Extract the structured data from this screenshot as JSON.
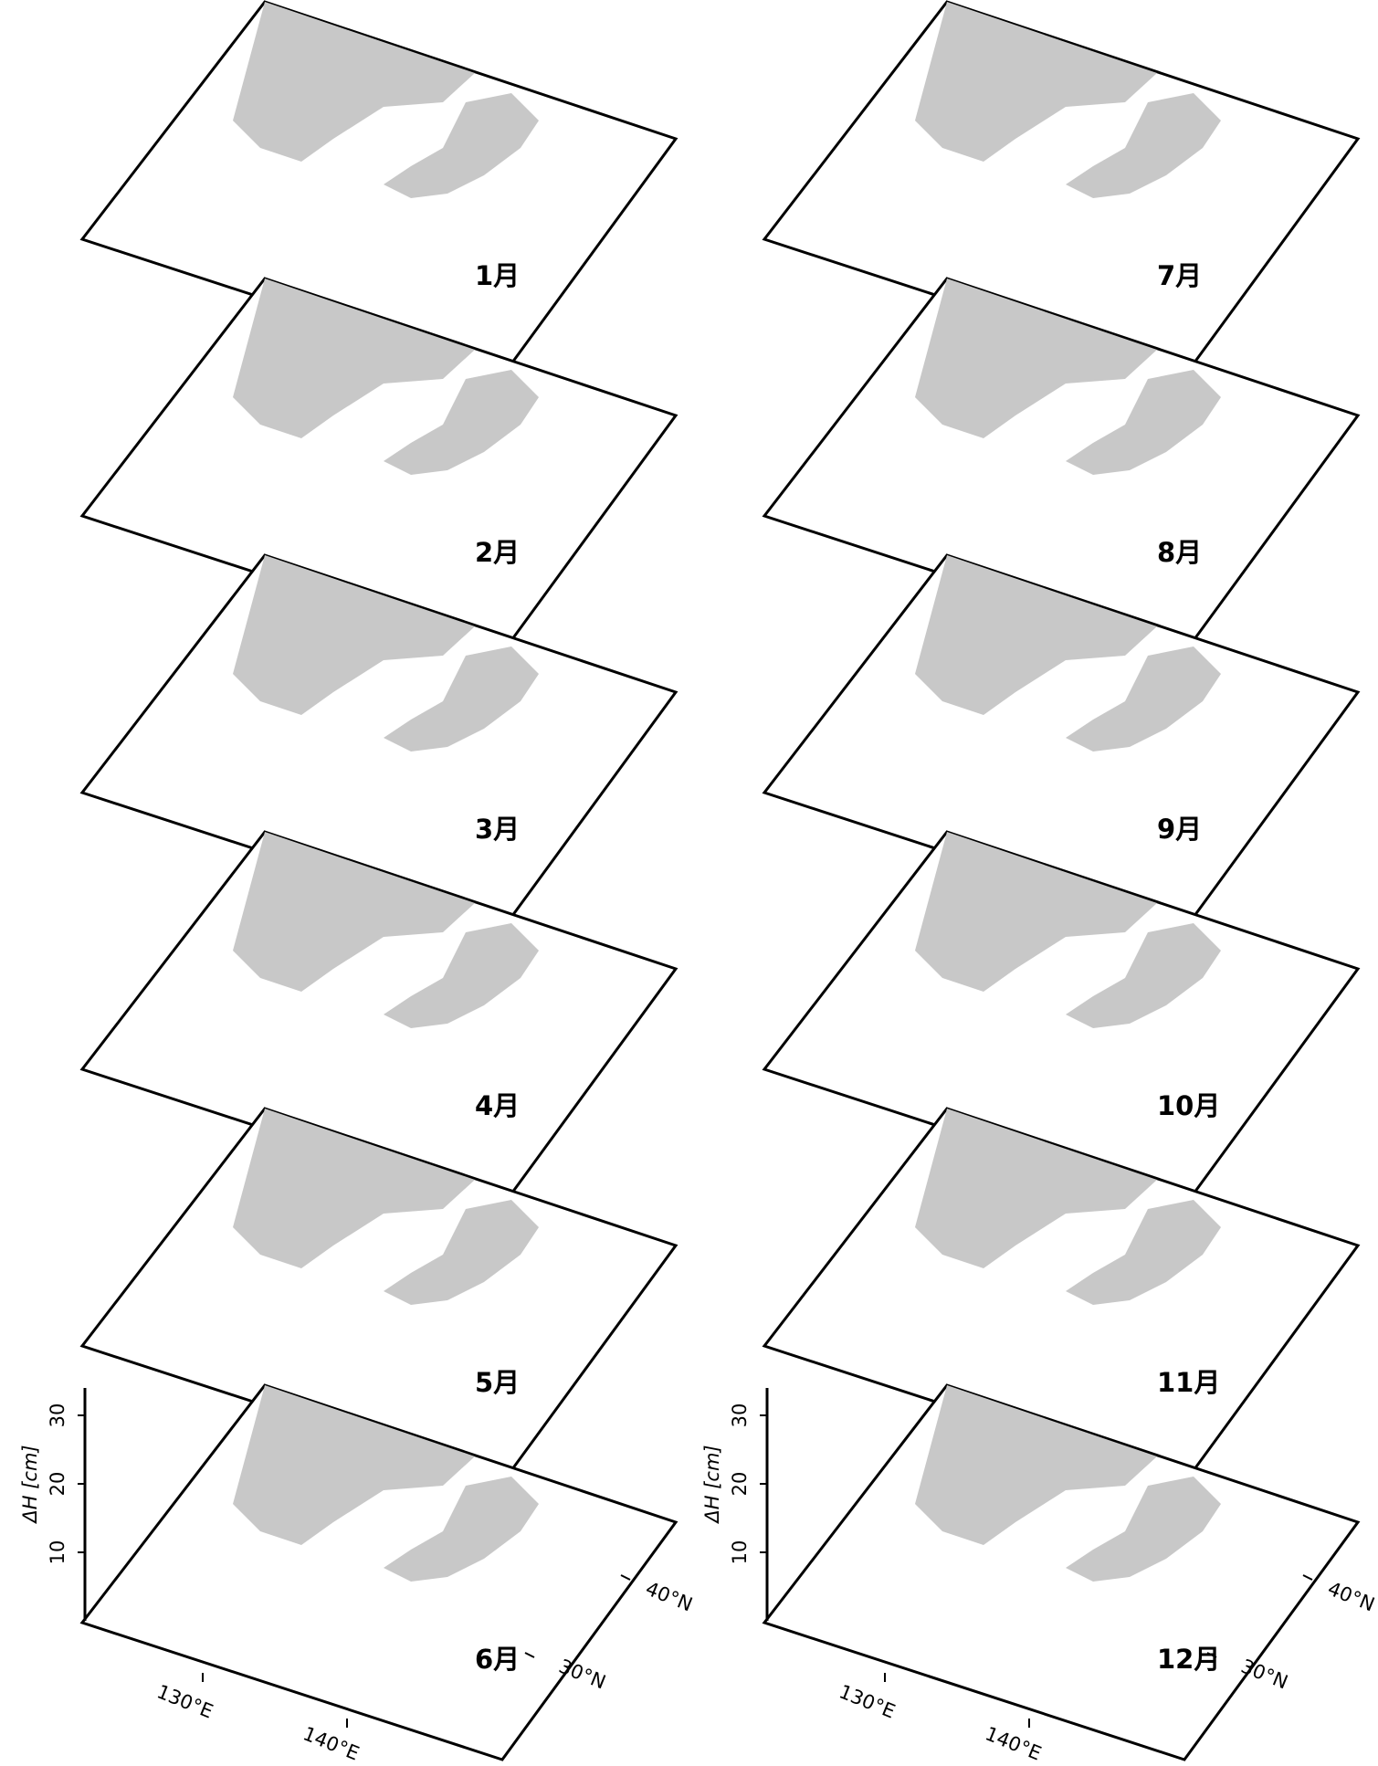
{
  "colors": {
    "land": "#c8c8c8",
    "positive_bar": "#ffffff",
    "negative_bar": "#8a8a8a",
    "frame": "#000000"
  },
  "chart_data": {
    "type": "bar",
    "zlabel": "ΔH [cm]",
    "zticks": [
      "10",
      "20",
      "30"
    ],
    "zlim": [
      0,
      35
    ],
    "lon_ticks": [
      "130°E",
      "140°E"
    ],
    "lat_ticks": [
      "30°N",
      "40°N"
    ],
    "legend": "none",
    "panels": [
      {
        "month": "1月"
      },
      {
        "month": "2月"
      },
      {
        "month": "3月"
      },
      {
        "month": "4月"
      },
      {
        "month": "5月"
      },
      {
        "month": "6月"
      },
      {
        "month": "7月"
      },
      {
        "month": "8月"
      },
      {
        "month": "9月"
      },
      {
        "month": "10月"
      },
      {
        "month": "11月"
      },
      {
        "month": "12月"
      }
    ]
  }
}
